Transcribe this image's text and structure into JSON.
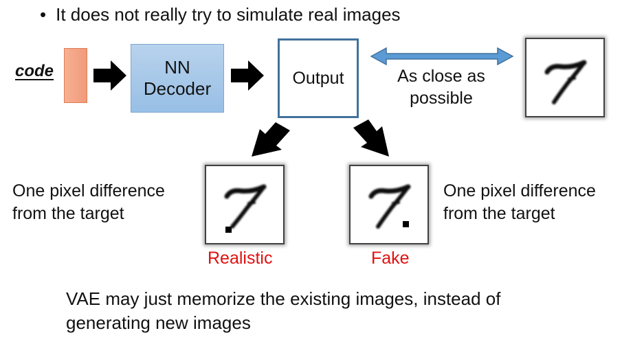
{
  "bullet": {
    "symbol": "•",
    "text": "It does not really try to simulate real images"
  },
  "diagram": {
    "code_label": "code",
    "decoder_label": "NN\nDecoder",
    "output_label": "Output",
    "close_label": "As close as possible",
    "left_caption": "One pixel difference from the target",
    "right_caption": "One pixel difference from the target",
    "realistic_label": "Realistic",
    "fake_label": "Fake"
  },
  "conclusion": "VAE may just memorize the existing images, instead of generating new images",
  "colors": {
    "code_fill": "#f4a383",
    "decoder_fill": "#a9c8e8",
    "output_border": "#41719c",
    "double_arrow": "#5b9bd5",
    "label_red": "#e01010",
    "arrow_black": "#000000"
  }
}
